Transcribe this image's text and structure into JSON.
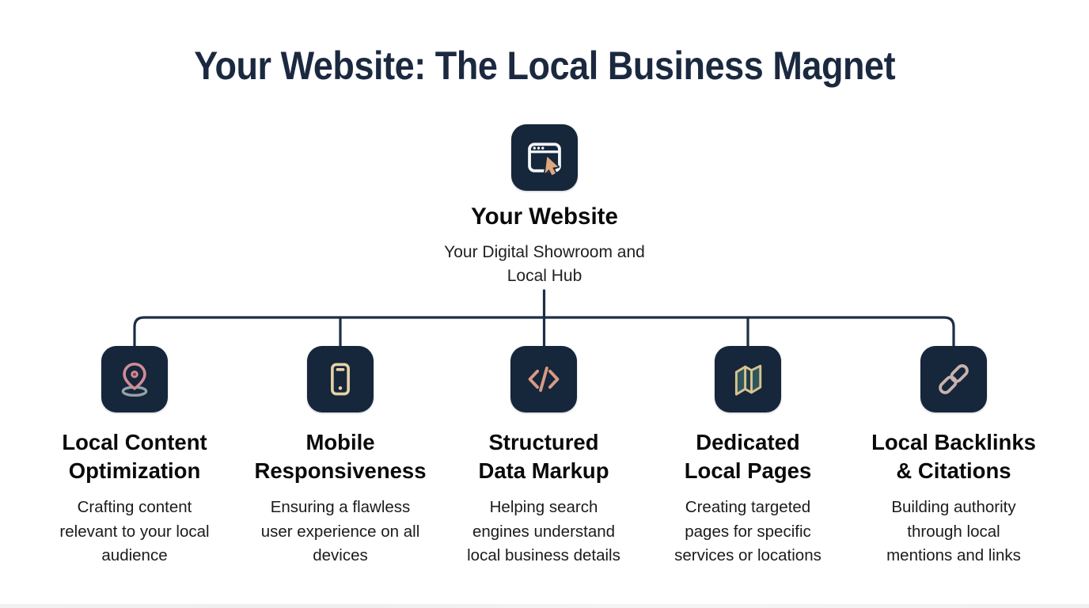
{
  "page": {
    "title": "Your Website: The Local Business Magnet",
    "background_color": "#ffffff"
  },
  "colors": {
    "title_navy": "#1b2940",
    "tile_navy": "#16263b",
    "connector_navy": "#1d2e45",
    "icon_white": "#f5f7f9",
    "cursor_tan": "#dfa77d",
    "pin_rose": "#d08d97",
    "pin_dot_maroon": "#82414e",
    "base_gray": "#97a0a8",
    "phone_tan": "#e5d3a6",
    "code_salmon": "#d89a84",
    "map_outline_tan": "#d9c290",
    "map_fill_teal": "#2d565c",
    "link_gray_rose": "#c8b2ae"
  },
  "root_node": {
    "icon": "browser-cursor-icon",
    "title": "Your Website",
    "subtitle_lines": [
      "Your Digital Showroom and",
      "Local Hub"
    ]
  },
  "nodes": [
    {
      "icon": "location-pin-icon",
      "title_lines": [
        "Local Content",
        "Optimization"
      ],
      "desc_lines": [
        "Crafting content",
        "relevant to your local",
        "audience"
      ]
    },
    {
      "icon": "smartphone-icon",
      "title_lines": [
        "Mobile",
        "Responsiveness"
      ],
      "desc_lines": [
        "Ensuring a flawless",
        "user experience on all",
        "devices"
      ]
    },
    {
      "icon": "code-markup-icon",
      "title_lines": [
        "Structured",
        "Data Markup"
      ],
      "desc_lines": [
        "Helping search",
        "engines understand",
        "local business details"
      ]
    },
    {
      "icon": "folded-map-icon",
      "title_lines": [
        "Dedicated",
        "Local Pages"
      ],
      "desc_lines": [
        "Creating targeted",
        "pages for specific",
        "services or locations"
      ]
    },
    {
      "icon": "chain-link-icon",
      "title_lines": [
        "Local Backlinks",
        "& Citations"
      ],
      "desc_lines": [
        "Building authority",
        "through local",
        "mentions and links"
      ]
    }
  ]
}
